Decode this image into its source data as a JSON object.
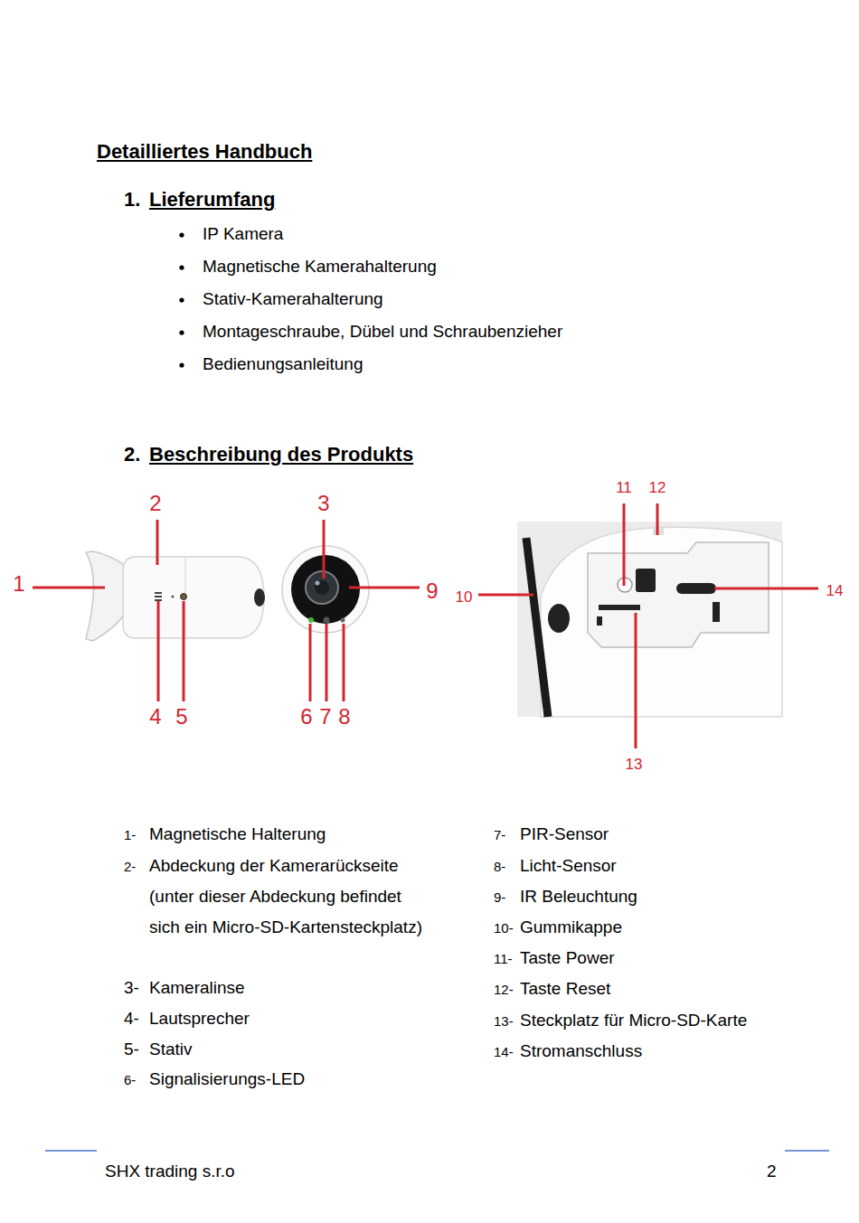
{
  "diagram": {
    "title": "Detailliertes Handbuch",
    "labels": [
      "1.",
      "Lieferumfang",
      "IP Kamera",
      "Magnetische Kamerahalterung",
      "Stativ-Kamerahalterung",
      "Montageschraube, Dübel und Schraubenzieher",
      "Bedienungsanleitung",
      "2.",
      "Beschreibung des Produkts",
      "1",
      "2",
      "3",
      "4",
      "5",
      "6",
      "7",
      "8",
      "9",
      "10",
      "11",
      "12",
      "13",
      "14",
      "1-",
      "Magnetische Halterung",
      "2-",
      "Abdeckung der Kamerarückseite (unter dieser Abdeckung befindet sich ein Micro-SD-Kartensteckplatz)",
      "3-",
      "Kameralinse",
      "4-",
      "Lautsprecher",
      "5-",
      "Stativ",
      "6-",
      "Signalisierungs-LED",
      "7-",
      "PIR-Sensor",
      "8-",
      "Licht-Sensor",
      "9-",
      "IR Beleuchtung",
      "10-",
      "Gummikappe",
      "11-",
      "Taste Power",
      "12-",
      "Taste Reset",
      "13-",
      "Steckplatz für Micro-SD-Karte",
      "14-",
      "Stromanschluss",
      "SHX trading s.r.o",
      "2"
    ]
  }
}
